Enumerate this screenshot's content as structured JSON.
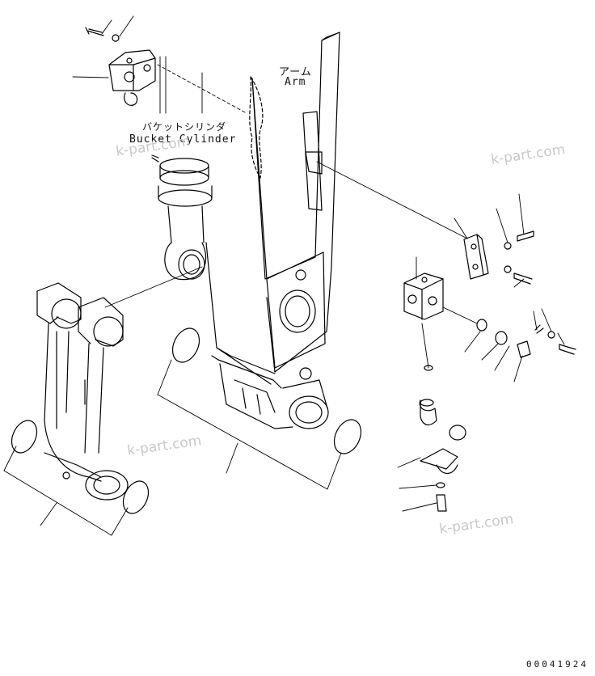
{
  "labels": {
    "arm_jp": "アーム",
    "arm_en": "Arm",
    "bucket_cyl_jp": "バケットシリンダ",
    "bucket_cyl_en": "Bucket Cylinder"
  },
  "watermark": "k-part.com",
  "drawing_code": "00041924",
  "colors": {
    "line": "#000000",
    "background": "#ffffff",
    "watermark": "#c8c8c8"
  }
}
